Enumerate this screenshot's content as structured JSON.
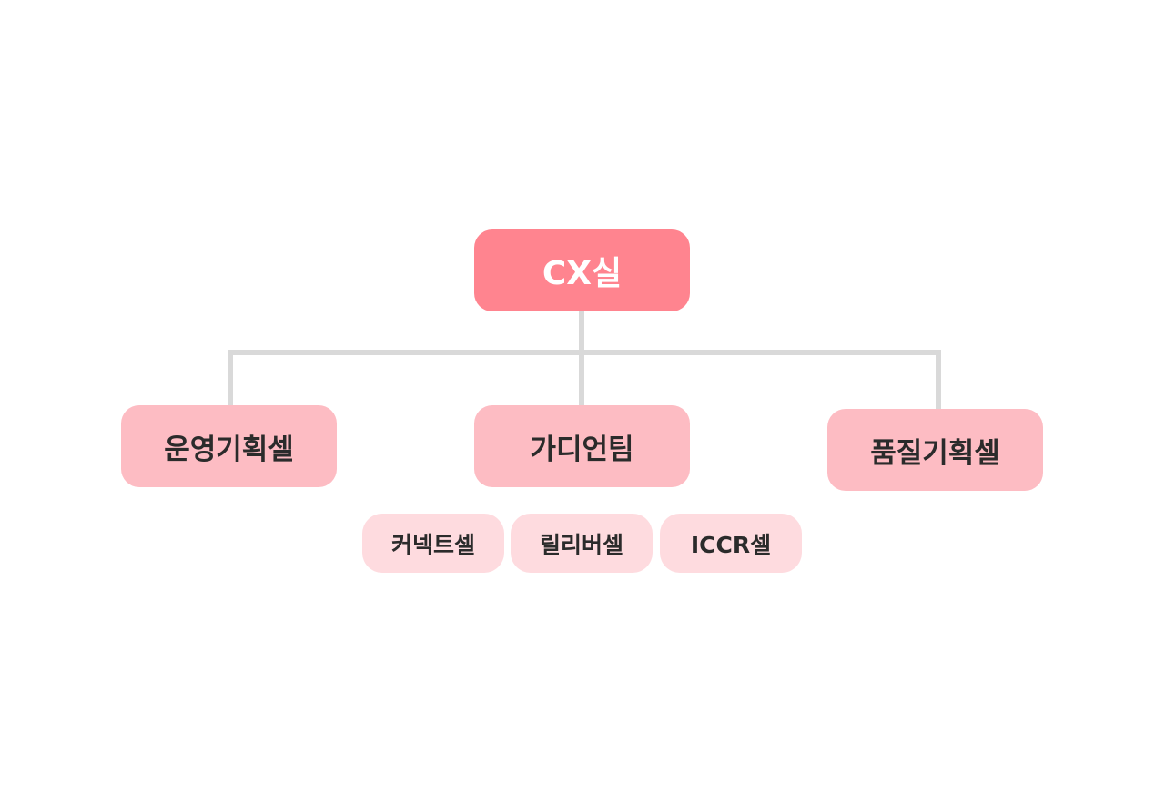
{
  "colors": {
    "root_fill": "#ff848f",
    "level1_fill": "#fdbcc3",
    "level2_fill": "#fedbdf",
    "connector": "#d9d9d9",
    "root_text": "#ffffff",
    "node_text": "#2b2b2b"
  },
  "org_chart": {
    "root": {
      "label": "CX실"
    },
    "departments": [
      {
        "label": "운영기획셀"
      },
      {
        "label": "가디언팀",
        "cells": [
          {
            "label": "커넥트셀"
          },
          {
            "label": "릴리버셀"
          },
          {
            "label": "ICCR셀"
          }
        ]
      },
      {
        "label": "품질기획셀"
      }
    ]
  }
}
